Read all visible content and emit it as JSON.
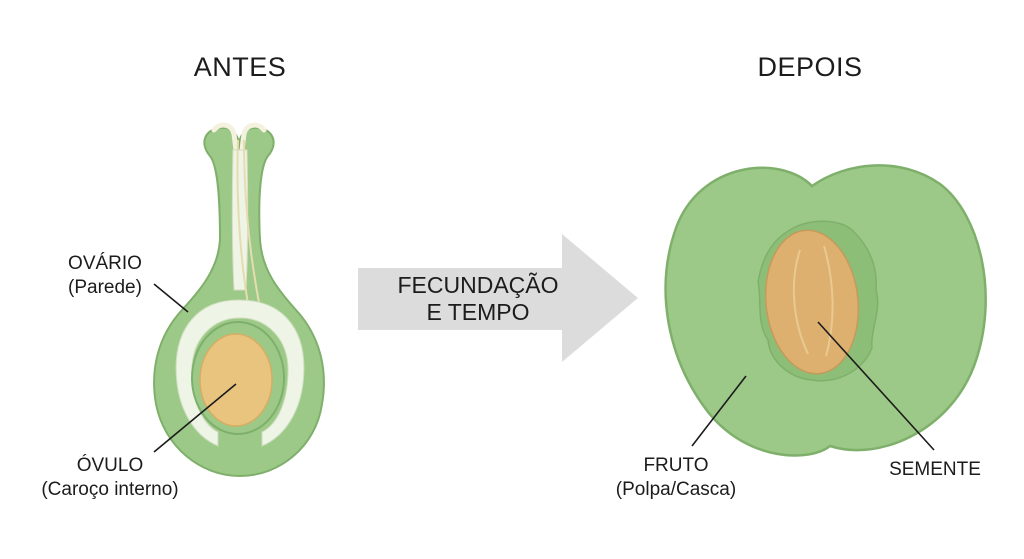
{
  "headings": {
    "before": "ANTES",
    "after": "DEPOIS"
  },
  "arrow": {
    "line1": "FECUNDAÇÃO",
    "line2": "E TEMPO"
  },
  "labels": {
    "ovary": {
      "title": "OVÁRIO",
      "sub": "(Parede)"
    },
    "ovule": {
      "title": "ÓVULO",
      "sub": "(Caroço interno)"
    },
    "fruit": {
      "title": "FRUTO",
      "sub": "(Polpa/Casca)"
    },
    "seed": {
      "title": "SEMENTE"
    }
  },
  "colors": {
    "green_fill": "#9cc987",
    "green_outline": "#7fb06b",
    "pale_cavity": "#eef4e6",
    "ovule_fill": "#e9c47f",
    "seed_fill": "#ddb070",
    "arrow_gray": "#dcdcdc"
  }
}
